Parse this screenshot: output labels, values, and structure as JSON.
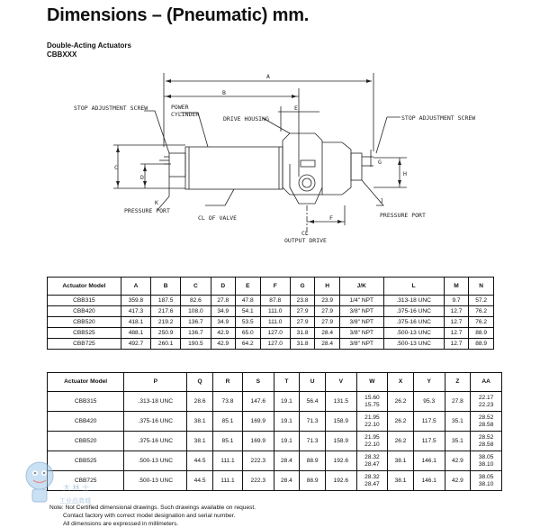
{
  "page": {
    "title": "Dimensions – (Pneumatic) mm.",
    "subtitle1": "Double-Acting Actuators",
    "subtitle2": "CBBXXX"
  },
  "drawing": {
    "labels": {
      "A": "A",
      "B": "B",
      "C": "C",
      "D": "D",
      "E": "E",
      "F": "F",
      "G": "G",
      "H": "H",
      "J": "J",
      "K": "K",
      "stop_left": "STOP ADJUSTMENT SCREW",
      "stop_right": "STOP ADJUSTMENT SCREW",
      "power1": "POWER",
      "power2": "CYLINDER",
      "drive_housing": "DRIVE HOUSING",
      "pressure_left": "PRESSURE PORT",
      "pressure_right": "PRESSURE PORT",
      "cl_valve": "CL OF VALVE",
      "cl": "CL",
      "output_drive": "OUTPUT DRIVE"
    }
  },
  "table1": {
    "headers": [
      "Actuator Model",
      "A",
      "B",
      "C",
      "D",
      "E",
      "F",
      "G",
      "H",
      "J/K",
      "L",
      "M",
      "N"
    ],
    "rows": [
      [
        "CBB315",
        "359.8",
        "187.5",
        "82.6",
        "27.8",
        "47.8",
        "87.8",
        "23.8",
        "23.9",
        "1/4\" NPT",
        ".313-18 UNC",
        "9.7",
        "57.2"
      ],
      [
        "CBB420",
        "417.3",
        "217.6",
        "108.0",
        "34.9",
        "54.1",
        "111.0",
        "27.9",
        "27.9",
        "3/8\" NPT",
        ".375-16 UNC",
        "12.7",
        "76.2"
      ],
      [
        "CBB520",
        "418.1",
        "219.2",
        "136.7",
        "34.9",
        "53.5",
        "111.0",
        "27.9",
        "27.9",
        "3/8\" NPT",
        ".375-16 UNC",
        "12.7",
        "76.2"
      ],
      [
        "CBB525",
        "488.1",
        "250.9",
        "136.7",
        "42.9",
        "65.0",
        "127.0",
        "31.8",
        "28.4",
        "3/8\" NPT",
        ".500-13 UNC",
        "12.7",
        "88.9"
      ],
      [
        "CBB725",
        "492.7",
        "260.1",
        "190.5",
        "42.9",
        "64.2",
        "127.0",
        "31.8",
        "28.4",
        "3/8\" NPT",
        ".500-13 UNC",
        "12.7",
        "88.9"
      ]
    ]
  },
  "table2": {
    "headers": [
      "Actuator Model",
      "P",
      "Q",
      "R",
      "S",
      "T",
      "U",
      "V",
      "W",
      "X",
      "Y",
      "Z",
      "AA"
    ],
    "rows": [
      [
        "CBB315",
        ".313-18 UNC",
        "28.6",
        "73.8",
        "147.6",
        "19.1",
        "56.4",
        "131.5",
        [
          "15.60",
          "15.75"
        ],
        "26.2",
        "95.3",
        "27.8",
        [
          "22.17",
          "22.23"
        ]
      ],
      [
        "CBB420",
        ".375-16 UNC",
        "38.1",
        "85.1",
        "169.9",
        "19.1",
        "71.3",
        "158.9",
        [
          "21.95",
          "22.10"
        ],
        "26.2",
        "117.5",
        "35.1",
        [
          "28.52",
          "28.58"
        ]
      ],
      [
        "CBB520",
        ".375-16 UNC",
        "38.1",
        "85.1",
        "169.9",
        "19.1",
        "71.3",
        "158.9",
        [
          "21.95",
          "22.10"
        ],
        "26.2",
        "117.5",
        "35.1",
        [
          "28.52",
          "28.58"
        ]
      ],
      [
        "CBB525",
        ".500-13 UNC",
        "44.5",
        "111.1",
        "222.3",
        "28.4",
        "88.9",
        "192.6",
        [
          "28.32",
          "28.47"
        ],
        "38.1",
        "146.1",
        "42.9",
        [
          "38.05",
          "38.10"
        ]
      ],
      [
        "CBB725",
        ".500-13 UNC",
        "44.5",
        "111.1",
        "222.3",
        "28.4",
        "88.9",
        "192.6",
        [
          "28.32",
          "28.47"
        ],
        "38.1",
        "146.1",
        "42.9",
        [
          "38.05",
          "38.10"
        ]
      ]
    ]
  },
  "notes": [
    "Note: Not Certified dimensional drawings. Such drawings available on request.",
    "Contact factory with correct model designation and serial number.",
    "All dimensions are expressed in millimeters."
  ],
  "watermark": {
    "line1": "大 林 士",
    "line2": "工业品商城"
  }
}
